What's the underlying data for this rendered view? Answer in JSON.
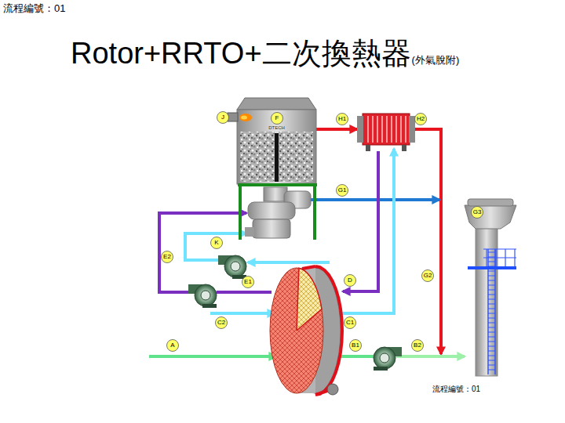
{
  "diagram": {
    "title": "Rotor+RRTO+二次換熱器",
    "nodes": [
      {
        "text": [
          "DTECH"
        ]
      }
    ],
    "labels": [
      "流程編號：01",
      "(外氣脫附)",
      "J",
      "F",
      "H1",
      "H2",
      "G1",
      "G3",
      "K",
      "E2",
      "E1",
      "D",
      "G2",
      "C2",
      "C1",
      "A",
      "B1",
      "B2",
      "流程編號：01"
    ]
  }
}
